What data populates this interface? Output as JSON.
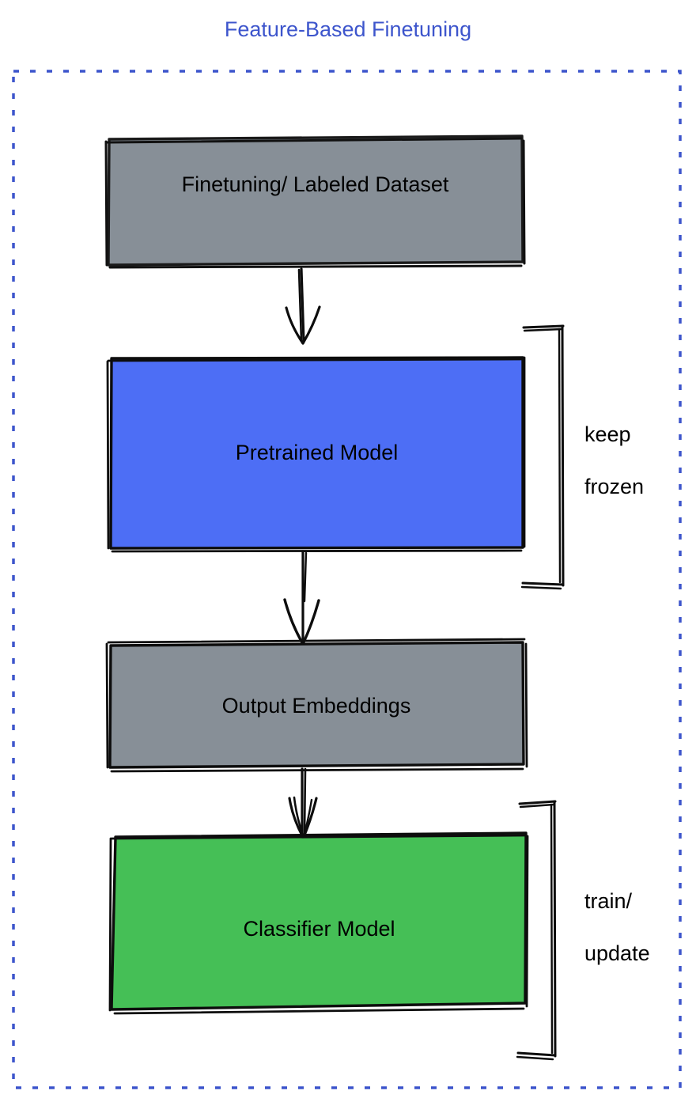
{
  "diagram": {
    "title": "Feature-Based Finetuning",
    "title_color": "#3d55cc",
    "container_border_color": "#3d55cc",
    "background": "#ffffff",
    "type": "flowchart",
    "nodes": [
      {
        "id": "dataset",
        "label": "Finetuning/ Labeled Dataset",
        "fill": "#878f97",
        "stroke": "#000000",
        "text_color": "#000000"
      },
      {
        "id": "pretrained",
        "label": "Pretrained Model",
        "fill": "#4d6ef5",
        "stroke": "#000000",
        "text_color": "#000000"
      },
      {
        "id": "embeddings",
        "label": "Output Embeddings",
        "fill": "#878f97",
        "stroke": "#000000",
        "text_color": "#000000"
      },
      {
        "id": "classifier",
        "label": "Classifier Model",
        "fill": "#45bf56",
        "stroke": "#000000",
        "text_color": "#000000"
      }
    ],
    "edges": [
      {
        "from": "dataset",
        "to": "pretrained",
        "style": "arrow"
      },
      {
        "from": "pretrained",
        "to": "embeddings",
        "style": "arrow"
      },
      {
        "from": "embeddings",
        "to": "classifier",
        "style": "arrow"
      }
    ],
    "annotations": [
      {
        "id": "keep-frozen",
        "line1": "keep",
        "line2": "frozen",
        "targets": [
          "pretrained"
        ],
        "bracket": "right"
      },
      {
        "id": "train-update",
        "line1": "train/",
        "line2": "update",
        "targets": [
          "classifier"
        ],
        "bracket": "right"
      }
    ]
  }
}
